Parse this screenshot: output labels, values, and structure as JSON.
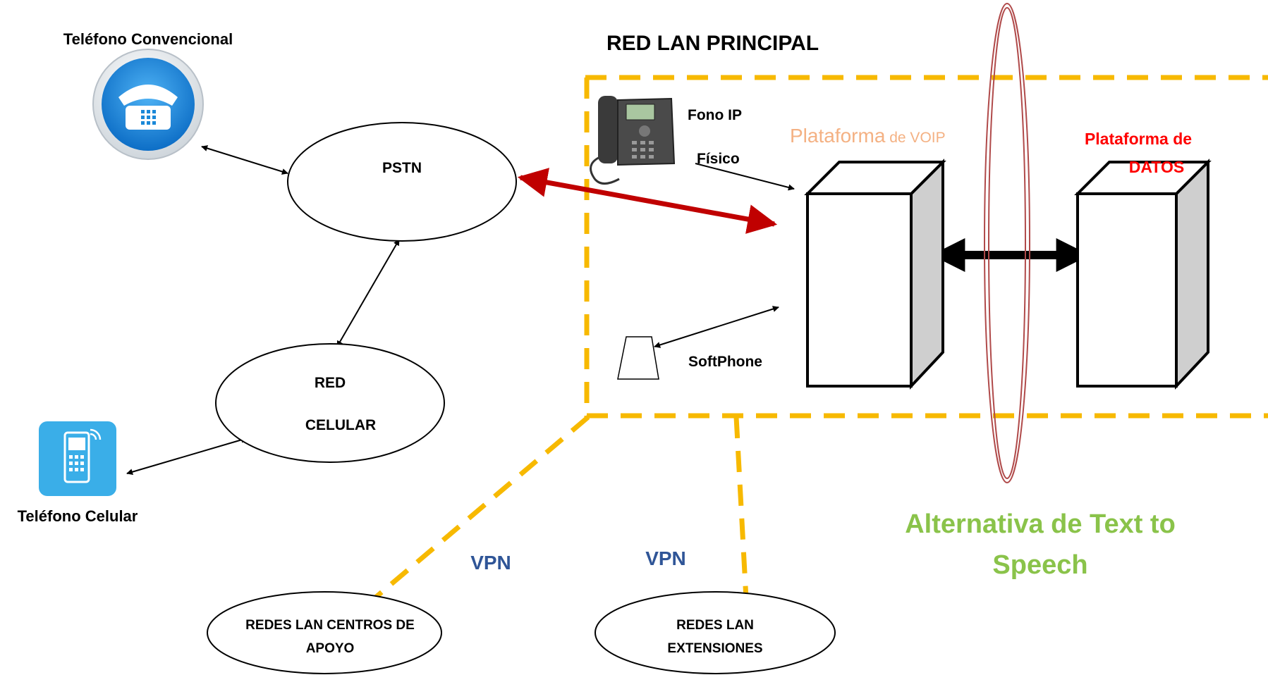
{
  "labels": {
    "conventional_phone": "Teléfono Convencional",
    "cell_phone": "Teléfono Celular",
    "pstn": "PSTN",
    "red_celular_line1": "RED",
    "red_celular_line2": "CELULAR",
    "red_lan_principal": "RED LAN PRINCIPAL",
    "fono_ip": "Fono IP",
    "fisico": "Físico",
    "softphone": "SoftPhone",
    "voip_platform_main": "Plataforma",
    "voip_platform_suffix": " de VOIP",
    "data_platform_line1": "Plataforma de",
    "data_platform_line2": "DATOS",
    "vpn_left": "VPN",
    "vpn_right": "VPN",
    "lan_centros_line1": "REDES LAN CENTROS DE",
    "lan_centros_line2": "APOYO",
    "lan_ext_line1": "REDES LAN",
    "lan_ext_line2": "EXTENSIONES",
    "tts_line1": "Alternativa de Text to",
    "tts_line2": "Speech"
  },
  "icons": {
    "conventional_phone": "telephone-icon",
    "cell_phone": "mobile-phone-icon",
    "ip_phone": "ip-phone-icon",
    "softphone": "softphone-icon",
    "voip_server": "server-icon",
    "data_server": "server-icon"
  },
  "colors": {
    "lan_border": "#f7b900",
    "pstn_link": "#c00000",
    "voip_label": "#f4b183",
    "data_label": "#ff0000",
    "vpn_label": "#2f5597",
    "tts_label": "#8ac34a",
    "tts_ring": "#b04a4a",
    "conventional_phone_blue": "#1a88d8",
    "cell_phone_blue": "#3aaee8"
  }
}
